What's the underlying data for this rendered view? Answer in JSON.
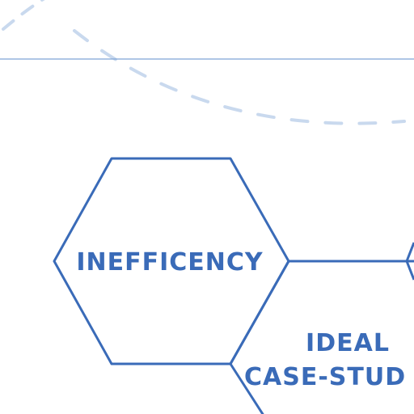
{
  "colors": {
    "line": "#3a6bb8",
    "text": "#3a6bb8",
    "rule": "#7ea4d6",
    "dashed_arc": "#c9d9ee",
    "background": "#ffffff"
  },
  "nodes": [
    {
      "id": "inefficency",
      "lines": [
        "INEFFICENCY"
      ]
    },
    {
      "id": "ideal-case-study",
      "lines": [
        "IDEAL",
        "CASE-STUD"
      ]
    }
  ]
}
